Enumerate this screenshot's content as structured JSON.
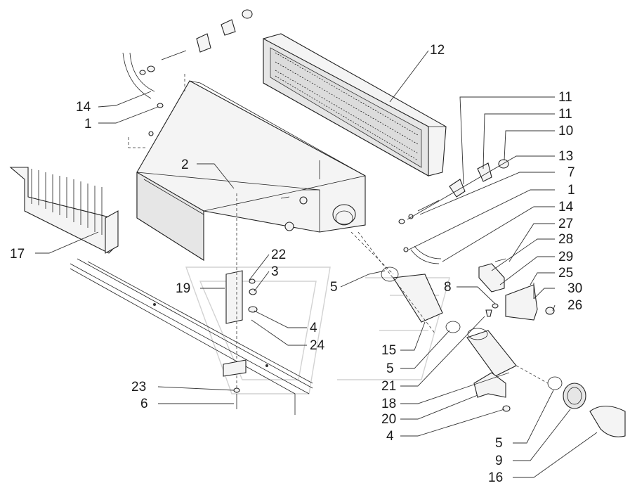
{
  "diagram": {
    "callouts": [
      {
        "id": "c12a",
        "text": "12"
      },
      {
        "id": "c14a",
        "text": "14"
      },
      {
        "id": "c1a",
        "text": "1"
      },
      {
        "id": "c11a",
        "text": "11"
      },
      {
        "id": "c11b",
        "text": "11"
      },
      {
        "id": "c10",
        "text": "10"
      },
      {
        "id": "c13",
        "text": "13"
      },
      {
        "id": "c2",
        "text": "2"
      },
      {
        "id": "c7",
        "text": "7"
      },
      {
        "id": "c1b",
        "text": "1"
      },
      {
        "id": "c14b",
        "text": "14"
      },
      {
        "id": "c27",
        "text": "27"
      },
      {
        "id": "c28",
        "text": "28"
      },
      {
        "id": "c29",
        "text": "29"
      },
      {
        "id": "c25",
        "text": "25"
      },
      {
        "id": "c30",
        "text": "30"
      },
      {
        "id": "c26",
        "text": "26"
      },
      {
        "id": "c17",
        "text": "17"
      },
      {
        "id": "c22",
        "text": "22"
      },
      {
        "id": "c3",
        "text": "3"
      },
      {
        "id": "c19",
        "text": "19"
      },
      {
        "id": "c5a",
        "text": "5"
      },
      {
        "id": "c8",
        "text": "8"
      },
      {
        "id": "c4a",
        "text": "4"
      },
      {
        "id": "c24",
        "text": "24"
      },
      {
        "id": "c15",
        "text": "15"
      },
      {
        "id": "c5b",
        "text": "5"
      },
      {
        "id": "c21",
        "text": "21"
      },
      {
        "id": "c18",
        "text": "18"
      },
      {
        "id": "c23",
        "text": "23"
      },
      {
        "id": "c6",
        "text": "6"
      },
      {
        "id": "c20",
        "text": "20"
      },
      {
        "id": "c4b",
        "text": "4"
      },
      {
        "id": "c5c",
        "text": "5"
      },
      {
        "id": "c9",
        "text": "9"
      },
      {
        "id": "c16",
        "text": "16"
      }
    ]
  }
}
